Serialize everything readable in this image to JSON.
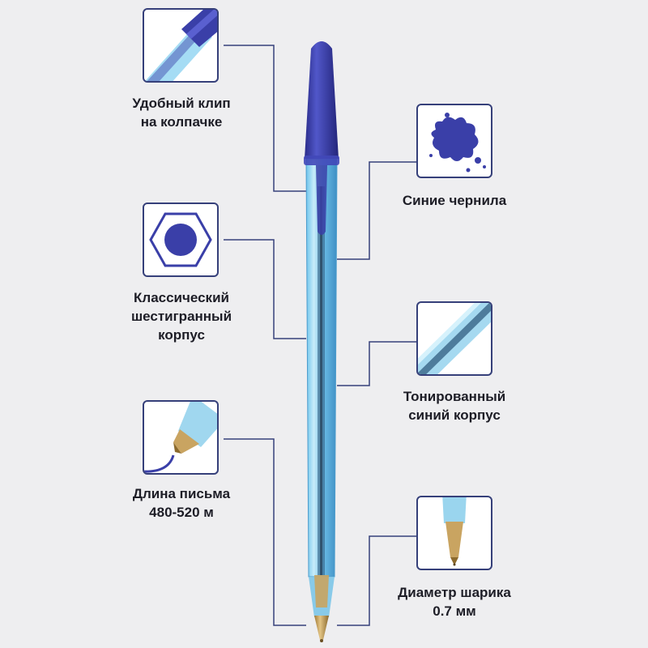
{
  "features": [
    {
      "id": "clip",
      "lines": [
        "Удобный клип",
        "на колпачке"
      ],
      "icon": "pen-clip-closeup-icon"
    },
    {
      "id": "ink",
      "lines": [
        "Синие чернила"
      ],
      "icon": "ink-blot-icon"
    },
    {
      "id": "hex",
      "lines": [
        "Классический",
        "шестигранный",
        "корпус"
      ],
      "icon": "hexagon-cross-section-icon"
    },
    {
      "id": "body",
      "lines": [
        "Тонированный",
        "синий корпус"
      ],
      "icon": "tinted-barrel-closeup-icon"
    },
    {
      "id": "length",
      "lines": [
        "Длина письма",
        "480-520 м"
      ],
      "icon": "pen-tip-writing-icon"
    },
    {
      "id": "ball",
      "lines": [
        "Диаметр шарика",
        "0.7 мм"
      ],
      "icon": "pen-tip-closeup-icon"
    }
  ],
  "colors": {
    "accent_blue": "#3a3fa8",
    "barrel_tint": "#8fd0ec",
    "tip_brass": "#c9a461",
    "frame": "#36407a",
    "background": "#eeeef0"
  }
}
